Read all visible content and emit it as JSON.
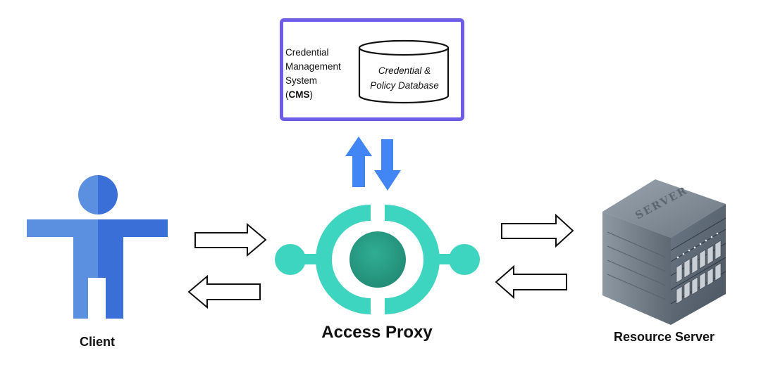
{
  "cms": {
    "label_line1": "Credential",
    "label_line2": "Management",
    "label_line3": "System",
    "label_line4_open": "(",
    "label_line4_bold": "CMS",
    "label_line4_close": ")",
    "database_line1": "Credential &",
    "database_line2": "Policy Database"
  },
  "nodes": {
    "client": "Client",
    "proxy": "Access Proxy",
    "server": "Resource Server"
  },
  "server_icon_text": "SERVER",
  "colors": {
    "cms_border": "#6c5ce7",
    "vertical_arrows": "#4285f4",
    "client_light": "#5b8fe0",
    "client_dark": "#3a6fd8",
    "proxy_teal": "#3ed5c0",
    "proxy_core": "#2a9d86"
  }
}
